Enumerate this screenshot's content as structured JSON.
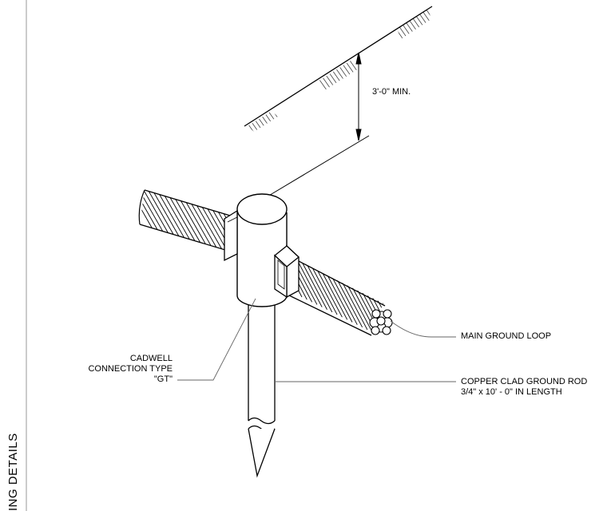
{
  "labels": {
    "depth": "3'-0\" MIN.",
    "main_ground_loop": "MAIN GROUND LOOP",
    "cadwell_line1": "CADWELL",
    "cadwell_line2": "CONNECTION TYPE",
    "cadwell_line3": "\"GT\"",
    "rod_line1": "COPPER CLAD GROUND ROD",
    "rod_line2": "3/4\" x 10' - 0\" IN LENGTH"
  },
  "side_title": "ING DETAILS",
  "colors": {
    "ink": "#000000",
    "leader": "#666666",
    "paper": "#ffffff"
  }
}
